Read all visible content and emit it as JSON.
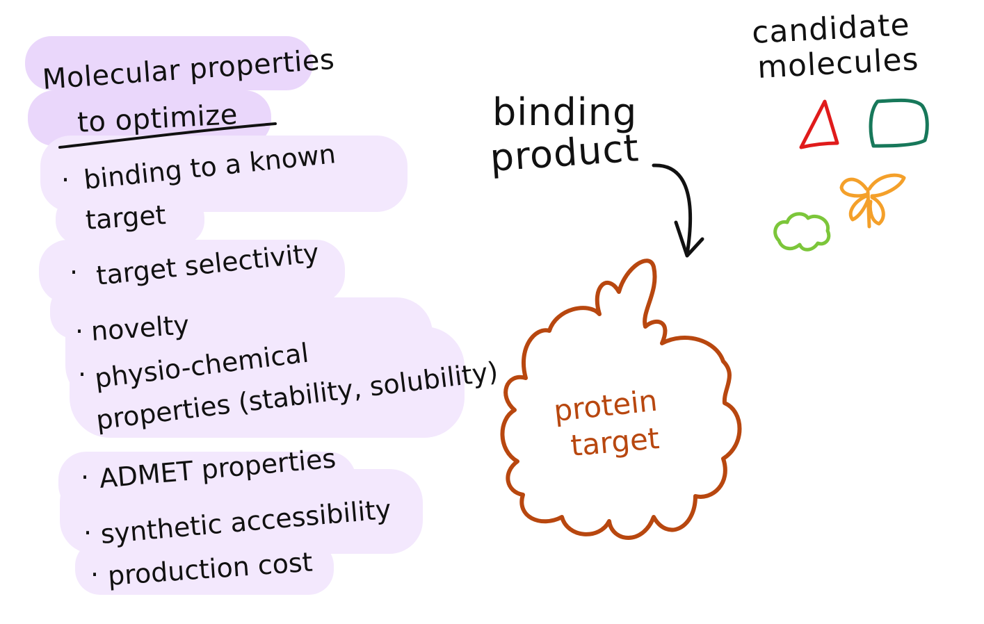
{
  "title": {
    "line1": "Molecular properties",
    "line2": "to optimize"
  },
  "properties": [
    {
      "line1": "binding to a known",
      "line2": "target"
    },
    {
      "line1": "target selectivity"
    },
    {
      "line1": "novelty"
    },
    {
      "line1": "physio-chemical",
      "line2": "properties (stability, solubility)"
    },
    {
      "line1": "ADMET properties"
    },
    {
      "line1": "synthetic accessibility"
    },
    {
      "line1": "production cost"
    }
  ],
  "bullet": "·",
  "binding_label": {
    "line1": "binding",
    "line2": "product"
  },
  "candidates_label": {
    "line1": "candidate",
    "line2": "molecules"
  },
  "protein_label": {
    "line1": "protein",
    "line2": "target"
  },
  "shapes": [
    {
      "name": "triangle-molecule",
      "color": "#e01b1b"
    },
    {
      "name": "rounded-square-molecule",
      "color": "#17785a"
    },
    {
      "name": "butterfly-molecule",
      "color": "#f4a02a"
    },
    {
      "name": "cloud-molecule",
      "color": "#7cc63a"
    }
  ],
  "colors": {
    "highlight": "#ead7fb",
    "highlight_light": "#f3e8fd",
    "ink": "#111111",
    "protein": "#b8470f"
  }
}
